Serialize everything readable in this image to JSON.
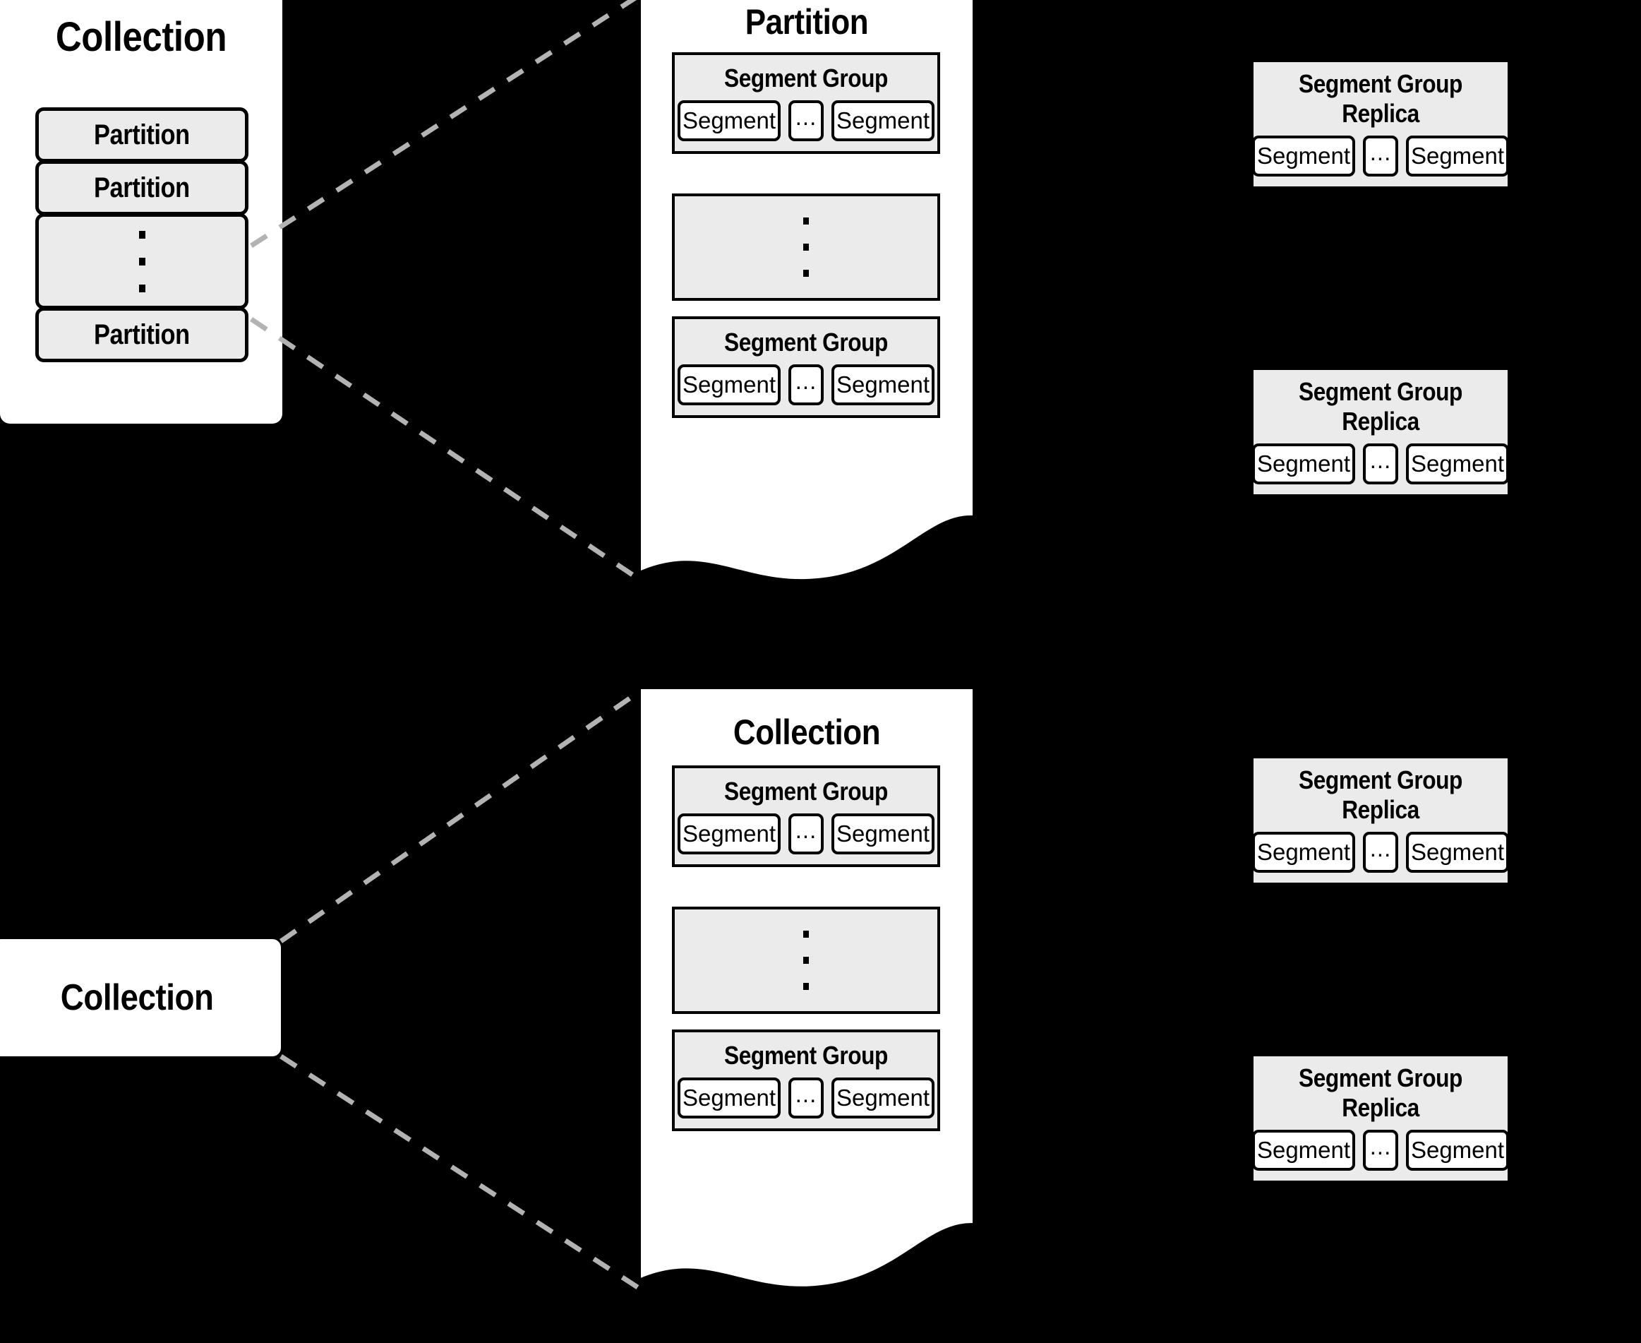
{
  "diagram": {
    "title": "Collection / Partition / Segment Group data layout",
    "colors": {
      "background": "#000000",
      "panel": "#ffffff",
      "box_fill": "#ebebeb",
      "stroke": "#000000",
      "connector": "#b3b3b3"
    }
  },
  "collection_top": {
    "title": "Collection",
    "partitions": [
      {
        "label": "Partition",
        "kind": "labelled"
      },
      {
        "label": "Partition",
        "kind": "labelled"
      },
      {
        "label": "",
        "kind": "ellipsis"
      },
      {
        "label": "Partition",
        "kind": "labelled"
      }
    ]
  },
  "partition_panel": {
    "title": "Partition",
    "segment_groups": [
      {
        "title": "Segment Group",
        "segments": [
          "Segment",
          "...",
          "Segment"
        ]
      },
      {
        "title": "Segment Group",
        "segments": [
          "Segment",
          "...",
          "Segment"
        ]
      }
    ],
    "ellipsis_between": "vertical-dots"
  },
  "collection_panel": {
    "title": "Collection",
    "segment_groups": [
      {
        "title": "Segment Group",
        "segments": [
          "Segment",
          "...",
          "Segment"
        ]
      },
      {
        "title": "Segment Group",
        "segments": [
          "Segment",
          "...",
          "Segment"
        ]
      }
    ],
    "ellipsis_between": "vertical-dots"
  },
  "collection_bottom": {
    "title": "Collection"
  },
  "replicas": [
    {
      "title": "Segment Group Replica",
      "segments": [
        "Segment",
        "...",
        "Segment"
      ]
    },
    {
      "title": "Segment Group Replica",
      "segments": [
        "Segment",
        "...",
        "Segment"
      ]
    },
    {
      "title": "Segment Group Replica",
      "segments": [
        "Segment",
        "...",
        "Segment"
      ]
    },
    {
      "title": "Segment Group Replica",
      "segments": [
        "Segment",
        "...",
        "Segment"
      ]
    }
  ]
}
